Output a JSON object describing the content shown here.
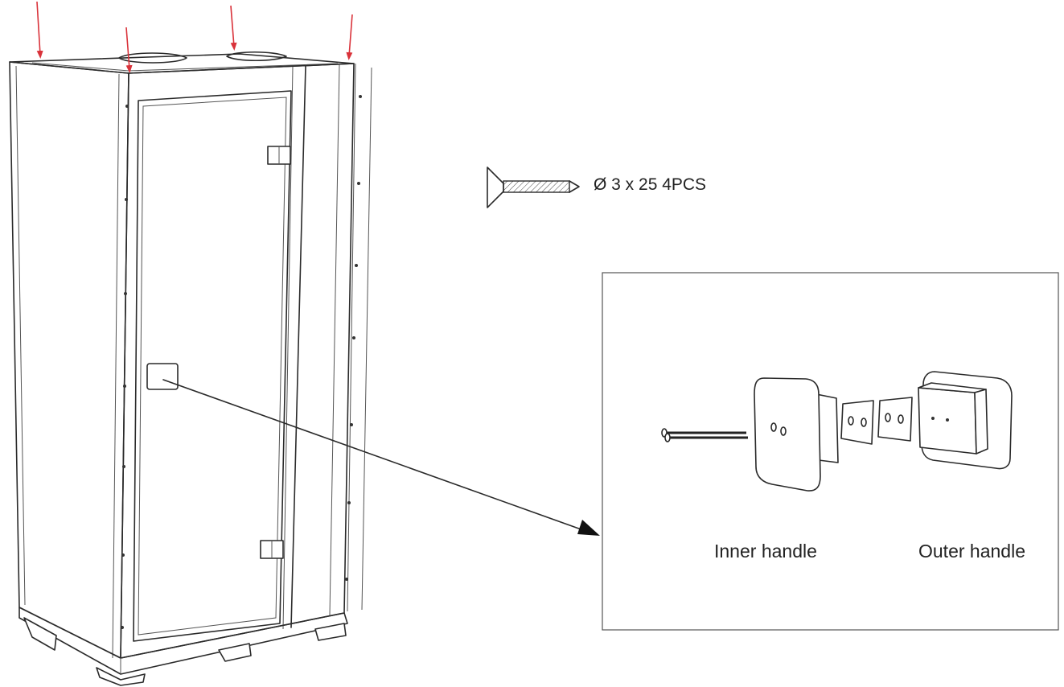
{
  "diagram": {
    "screw": {
      "spec": "Ø 3 x 25  4PCS"
    },
    "detail": {
      "inner_label": "Inner handle",
      "outer_label": "Outer handle"
    },
    "colors": {
      "line": "#2a2a2a",
      "arrow": "#d9323a",
      "background": "#ffffff"
    }
  }
}
